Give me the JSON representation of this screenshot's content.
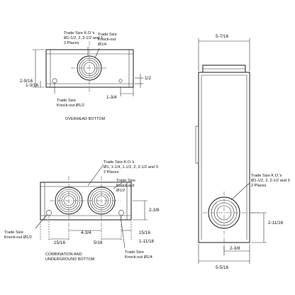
{
  "top_view": {
    "ko_label_1": "Trade Size K.O.'s",
    "ko_label_2": "Ø1-1/2, 2, 2-1/2 and 3",
    "ko_label_3": "2 Places",
    "knockout_label_1": "Trade Size",
    "knockout_label_2": "Knock-out",
    "knockout_label_3": "Ø1/4",
    "dim_left_height": "2-9/16",
    "dim_left_offset": "1-3/16",
    "dim_right_small": "1/2",
    "dim_bottom_right": "1-3/4",
    "bottom_ko_label_1": "Trade Size",
    "bottom_ko_label_2": "Knock-out Ø1/2",
    "caption": "OVERHEAD BOTTOM"
  },
  "bottom_view": {
    "ko_label_1": "Trade Size K.O.'s",
    "ko_label_2": "Ø1, 1-1/4, 1-1/2, 2, 2-1/2 and 3",
    "ko_label_3": "2 Places",
    "mid_label_1": "Trade Size",
    "mid_label_2": "Knock-out",
    "mid_label_3": "Ø1/2",
    "dim_right": "2-3/8",
    "left_label_1": "Trade Size",
    "left_label_2": "Knock-out Ø1/2",
    "dim_15_16_left": "15/16",
    "dim_4_3_4": "4-3/4",
    "dim_15_16_right": "15/16",
    "dim_5_16": "5/16",
    "dim_1_11_16": "1-11/16",
    "caption_1": "COMBINATION AND",
    "caption_2": "UNDERGROUND BOTTOM",
    "bottom_label_1": "Trade Size",
    "bottom_label_2": "Knock-out Ø1/4"
  },
  "side_view": {
    "dim_top": "5-7/16",
    "ko_label_1": "Trade Size K.O.'s",
    "ko_label_2": "Ø1-1/2, 2, 2-1/2 and 3",
    "ko_label_3": "2 Places",
    "dim_right": "2-11/16",
    "dim_bottom_small": "2-3/8",
    "dim_bottom": "5-5/16"
  }
}
